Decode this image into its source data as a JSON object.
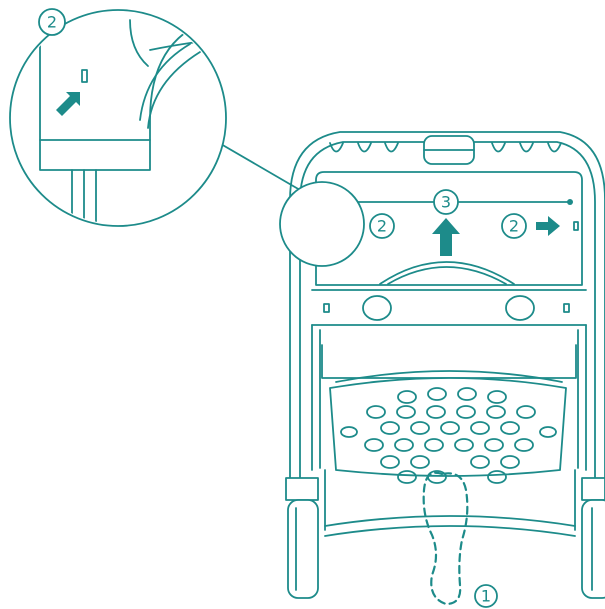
{
  "colors": {
    "line": "#1d8b8a",
    "background": "#ffffff"
  },
  "callouts": {
    "foot_step": "1",
    "side_release": "2",
    "magnifier_step": "2",
    "left_release": "2",
    "right_release": "2",
    "lift_up": "3"
  },
  "icons": [
    "magnifier-callout",
    "left-arrow-icon",
    "right-arrow-icon",
    "up-arrow-icon",
    "footprint-icon"
  ]
}
